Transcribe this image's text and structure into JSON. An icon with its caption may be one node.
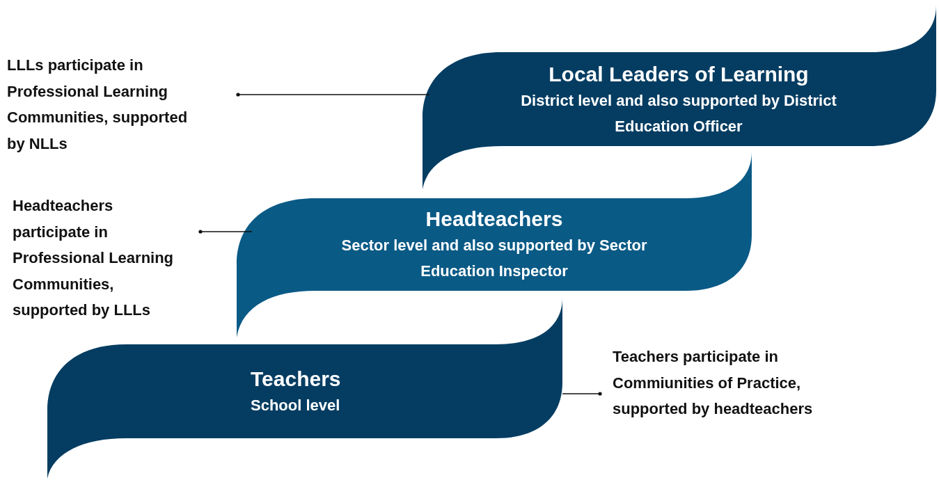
{
  "diagram": {
    "nodes": [
      {
        "text": [
          "Local Leaders of Learning",
          "District level and also supported by District Education Officer"
        ]
      },
      {
        "text": [
          "LLLs participate in Professional Learning Communities, supported by NLLs"
        ]
      },
      {
        "text": [
          "Headteachers",
          "Sector level and also supported by Sector Education Inspector"
        ]
      },
      {
        "text": [
          "Headteachers participate in Professional Learning Communities, supported by LLLs"
        ]
      },
      {
        "text": [
          "Teachers",
          "School level"
        ]
      },
      {
        "text": [
          "Teachers participate in Commiunities of Practice, supported by headteachers"
        ]
      }
    ],
    "edges": [
      {
        "from": 1,
        "to": 0,
        "arrow": "other"
      },
      {
        "from": 3,
        "to": 2,
        "arrow": "other"
      },
      {
        "from": 5,
        "to": 4,
        "arrow": "other"
      }
    ]
  }
}
